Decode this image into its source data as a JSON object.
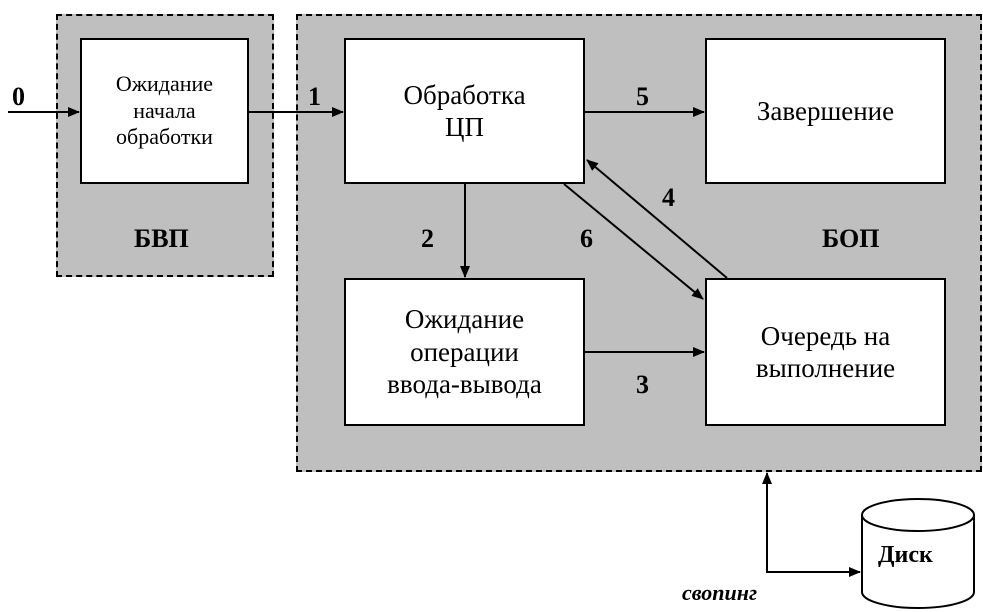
{
  "regions": {
    "bvp": "БВП",
    "bop": "БОП"
  },
  "states": {
    "wait_start": "Ожидание\nначала\nобработки",
    "cpu": "Обработка\nЦП",
    "finish": "Завершение",
    "wait_io": "Ожидание\nоперации\nввода-вывода",
    "ready_queue": "Очередь на\nвыполнение",
    "disk": "Диск"
  },
  "transitions": {
    "t0": "0",
    "t1": "1",
    "t2": "2",
    "t3": "3",
    "t4": "4",
    "t5": "5",
    "t6": "6"
  },
  "swapping_label": "свопинг"
}
